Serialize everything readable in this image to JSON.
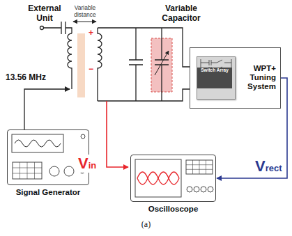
{
  "diagram": {
    "caption": "(a)",
    "nodes": [
      {
        "text": [
          "WPT+ Tuning System"
        ]
      },
      {
        "text": [
          "Switch Array"
        ],
        "in": 0
      },
      {
        "text": [
          "Signal Generator"
        ]
      },
      {
        "text": [
          "Oscilloscope"
        ]
      }
    ],
    "edges": [
      {
        "from": 0,
        "to": 3,
        "arrow": "to",
        "label": "Vrect"
      }
    ],
    "labels": [
      "External Unit",
      "Variable distance",
      "Variable Capacitor",
      "13.56 MHz",
      "+",
      "−",
      "Vin"
    ]
  }
}
